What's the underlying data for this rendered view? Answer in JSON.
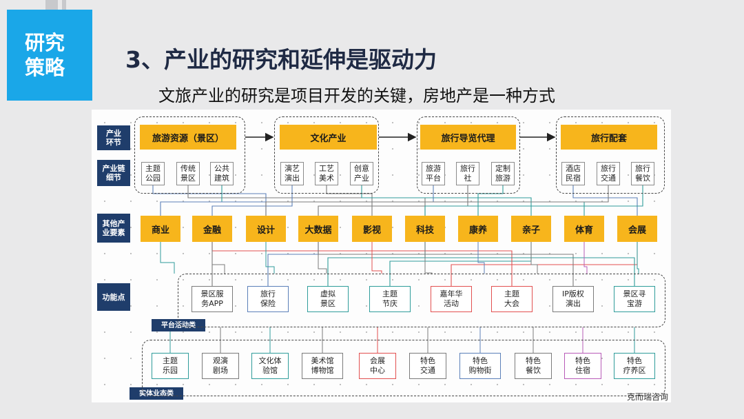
{
  "badge": {
    "line1": "研究",
    "line2": "策略"
  },
  "title": "3、产业的研究和延伸是驱动力",
  "subtitle": "文旅产业的研究是项目开发的关键，房地产是一种方式",
  "row_labels": {
    "chain_link": "产业环节",
    "chain_detail": "产业链细节",
    "other_factors": "其他产业要素",
    "function_points": "功能点",
    "platform": "平台活动类",
    "physical": "实体业态类"
  },
  "stages": [
    {
      "label": "旅游资源（景区）",
      "details": [
        "主题\n公园",
        "传统\n景区",
        "公共\n建筑"
      ]
    },
    {
      "label": "文化产业",
      "details": [
        "演艺\n演出",
        "工艺\n美术",
        "创意\n产业"
      ]
    },
    {
      "label": "旅行导览代理",
      "details": [
        "旅游\n平台",
        "旅行\n社",
        "定制\n旅游"
      ]
    },
    {
      "label": "旅行配套",
      "details": [
        "酒店\n民宿",
        "旅行\n交通",
        "旅行\n餐饮"
      ]
    }
  ],
  "factors": [
    "商业",
    "金融",
    "设计",
    "大数据",
    "影视",
    "科技",
    "康养",
    "亲子",
    "体育",
    "会展"
  ],
  "platform_points": [
    {
      "label": "景区服\n务APP",
      "color": "#7a7a7a"
    },
    {
      "label": "旅行\n保险",
      "color": "#5a7fb8"
    },
    {
      "label": "虚拟\n景区",
      "color": "#2e9c9a"
    },
    {
      "label": "主题\n节庆",
      "color": "#2e9c9a"
    },
    {
      "label": "嘉年华\n活动",
      "color": "#e24f4f"
    },
    {
      "label": "主题\n大会",
      "color": "#e24f4f"
    },
    {
      "label": "IP版权\n演出",
      "color": "#7a7a7a"
    },
    {
      "label": "景区寻\n宝游",
      "color": "#2e9c9a"
    }
  ],
  "physical_points": [
    {
      "label": "主题\n乐园",
      "color": "#2e9c9a"
    },
    {
      "label": "观演\n剧场",
      "color": "#7a7a7a"
    },
    {
      "label": "文化体\n验馆",
      "color": "#2e9c9a"
    },
    {
      "label": "美术馆\n博物馆",
      "color": "#7a7a7a"
    },
    {
      "label": "会展\n中心",
      "color": "#e24f4f"
    },
    {
      "label": "特色\n交通",
      "color": "#7a7a7a"
    },
    {
      "label": "特色\n购物街",
      "color": "#5a7fb8"
    },
    {
      "label": "特色\n餐饮",
      "color": "#7a7a7a"
    },
    {
      "label": "特色\n住宿",
      "color": "#b85ab8"
    },
    {
      "label": "特色\n疗养区",
      "color": "#2e9c9a"
    }
  ],
  "watermark": "克而瑞咨询",
  "colors": {
    "badge": "#1aa7e8",
    "navy": "#1f3d6b",
    "gold": "#f7b51c"
  }
}
